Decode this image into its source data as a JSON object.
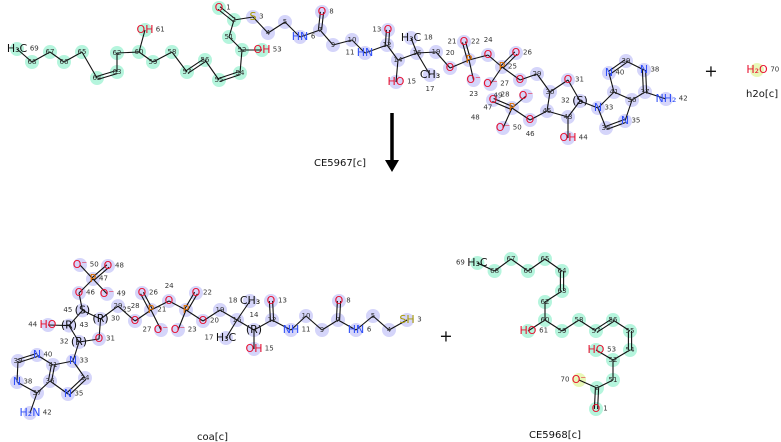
{
  "reaction": {
    "enzyme_label": "CE5967[c]",
    "plus_reactants": "+",
    "plus_products": "+"
  },
  "highlight_colors": {
    "green": "#b5f5dd",
    "blue": "#d5d5fa",
    "yellow": "#e8f8b8"
  },
  "molecules": [
    {
      "name": "CE5967[c]",
      "atoms": [
        {
          "n": "69",
          "s": "H₃C",
          "hl": "green"
        },
        {
          "n": "68",
          "s": "",
          "hl": "green"
        },
        {
          "n": "67",
          "s": "",
          "hl": "green"
        },
        {
          "n": "66",
          "s": "",
          "hl": "green"
        },
        {
          "n": "65",
          "s": "",
          "hl": "green"
        },
        {
          "n": "64",
          "s": "",
          "hl": "green"
        },
        {
          "n": "63",
          "s": "",
          "hl": "green"
        },
        {
          "n": "62",
          "s": "",
          "hl": "green"
        },
        {
          "n": "60",
          "s": "",
          "hl": "green"
        },
        {
          "n": "61",
          "s": "OH",
          "hl": "green"
        },
        {
          "n": "59",
          "s": "",
          "hl": "green"
        },
        {
          "n": "58",
          "s": "",
          "hl": "green"
        },
        {
          "n": "57",
          "s": "",
          "hl": "green"
        },
        {
          "n": "56",
          "s": "",
          "hl": "green"
        },
        {
          "n": "55",
          "s": "",
          "hl": "green"
        },
        {
          "n": "54",
          "s": "",
          "hl": "green"
        },
        {
          "n": "52",
          "s": "",
          "hl": "green"
        },
        {
          "n": "53",
          "s": "OH",
          "hl": "green"
        },
        {
          "n": "51",
          "s": "",
          "hl": "green"
        },
        {
          "n": "2",
          "s": "",
          "hl": "green"
        },
        {
          "n": "1",
          "s": "O",
          "hl": "green"
        },
        {
          "n": "3",
          "s": "S",
          "hl": "blue"
        },
        {
          "n": "4",
          "s": "",
          "hl": "blue"
        },
        {
          "n": "5",
          "s": "",
          "hl": "blue"
        },
        {
          "n": "6",
          "s": "HN",
          "hl": "blue"
        },
        {
          "n": "7",
          "s": "",
          "hl": "blue"
        },
        {
          "n": "8",
          "s": "O",
          "hl": "blue"
        },
        {
          "n": "9",
          "s": "",
          "hl": "blue"
        },
        {
          "n": "10",
          "s": "",
          "hl": "blue"
        },
        {
          "n": "11",
          "s": "HN",
          "hl": "blue"
        },
        {
          "n": "12",
          "s": "",
          "hl": "blue"
        },
        {
          "n": "13",
          "s": "O",
          "hl": "blue"
        },
        {
          "n": "14",
          "s": "",
          "hl": "blue"
        },
        {
          "n": "15",
          "s": "HO",
          "hl": "blue"
        },
        {
          "n": "16",
          "s": "",
          "hl": "blue"
        },
        {
          "n": "18",
          "s": "H₃C",
          "hl": "blue"
        },
        {
          "n": "17",
          "s": "CH₃",
          "hl": "blue"
        },
        {
          "n": "19",
          "s": "",
          "hl": "blue"
        },
        {
          "n": "20",
          "s": "O",
          "hl": "blue"
        },
        {
          "n": "21",
          "s": "P",
          "hl": "blue"
        },
        {
          "n": "22",
          "s": "O",
          "hl": "blue"
        },
        {
          "n": "23",
          "s": "O⁻",
          "hl": "blue"
        },
        {
          "n": "24",
          "s": "O",
          "hl": "blue"
        },
        {
          "n": "25",
          "s": "P",
          "hl": "blue"
        },
        {
          "n": "26",
          "s": "O",
          "hl": "blue"
        },
        {
          "n": "27",
          "s": "O⁻",
          "hl": "blue"
        },
        {
          "n": "28",
          "s": "O",
          "hl": "blue"
        },
        {
          "n": "29",
          "s": "",
          "hl": "blue"
        },
        {
          "n": "30",
          "s": "",
          "hl": "blue"
        },
        {
          "n": "31",
          "s": "O",
          "hl": "blue"
        },
        {
          "n": "32",
          "s": "(S)",
          "hl": "blue"
        },
        {
          "n": "33",
          "s": "N",
          "hl": "blue"
        },
        {
          "n": "34",
          "s": "",
          "hl": "blue"
        },
        {
          "n": "35",
          "s": "N",
          "hl": "blue"
        },
        {
          "n": "36",
          "s": "",
          "hl": "blue"
        },
        {
          "n": "37",
          "s": "",
          "hl": "blue"
        },
        {
          "n": "38",
          "s": "N",
          "hl": "blue"
        },
        {
          "n": "39",
          "s": "",
          "hl": "blue"
        },
        {
          "n": "40",
          "s": "N",
          "hl": "blue"
        },
        {
          "n": "41",
          "s": "",
          "hl": "blue"
        },
        {
          "n": "42",
          "s": "NH₂",
          "hl": "blue"
        },
        {
          "n": "43",
          "s": "",
          "hl": "blue"
        },
        {
          "n": "44",
          "s": "OH",
          "hl": "blue"
        },
        {
          "n": "45",
          "s": "",
          "hl": "blue"
        },
        {
          "n": "46",
          "s": "O",
          "hl": "blue"
        },
        {
          "n": "47",
          "s": "P",
          "hl": "blue"
        },
        {
          "n": "48",
          "s": "O",
          "hl": "blue"
        },
        {
          "n": "49",
          "s": "O⁻",
          "hl": "blue"
        },
        {
          "n": "50",
          "s": "O⁻",
          "hl": "blue"
        }
      ]
    },
    {
      "name": "h2o[c]",
      "atoms": [
        {
          "n": "70",
          "s": "H₂O",
          "hl": "yellow"
        }
      ]
    },
    {
      "name": "coa[c]",
      "atoms": [
        {
          "n": "50",
          "s": "O⁻",
          "hl": "blue"
        },
        {
          "n": "48",
          "s": "O",
          "hl": "blue"
        },
        {
          "n": "47",
          "s": "P",
          "hl": "blue"
        },
        {
          "n": "46",
          "s": "O",
          "hl": "blue"
        },
        {
          "n": "49",
          "s": "O⁻",
          "hl": "blue"
        },
        {
          "n": "45",
          "s": "(S)",
          "hl": "blue"
        },
        {
          "n": "29",
          "s": "",
          "hl": "blue"
        },
        {
          "n": "30",
          "s": "(R)",
          "hl": "blue"
        },
        {
          "n": "43",
          "s": "(R)",
          "hl": "blue"
        },
        {
          "n": "44",
          "s": "HO",
          "hl": "blue"
        },
        {
          "n": "31",
          "s": "O",
          "hl": "blue"
        },
        {
          "n": "32",
          "s": "(R)",
          "hl": "blue"
        },
        {
          "n": "33",
          "s": "N",
          "hl": "blue"
        },
        {
          "n": "34",
          "s": "",
          "hl": "blue"
        },
        {
          "n": "35",
          "s": "N",
          "hl": "blue"
        },
        {
          "n": "36",
          "s": "",
          "hl": "blue"
        },
        {
          "n": "37",
          "s": "",
          "hl": "blue"
        },
        {
          "n": "38",
          "s": "N",
          "hl": "blue"
        },
        {
          "n": "39",
          "s": "",
          "hl": "blue"
        },
        {
          "n": "40",
          "s": "N",
          "hl": "blue"
        },
        {
          "n": "41",
          "s": "",
          "hl": "blue"
        },
        {
          "n": "42",
          "s": "H₂N",
          "hl": "blue"
        },
        {
          "n": "28",
          "s": "O",
          "hl": "blue"
        },
        {
          "n": "25",
          "s": "P",
          "hl": "blue"
        },
        {
          "n": "26",
          "s": "O",
          "hl": "blue"
        },
        {
          "n": "27",
          "s": "O⁻",
          "hl": "blue"
        },
        {
          "n": "24",
          "s": "O",
          "hl": "blue"
        },
        {
          "n": "23",
          "s": "O⁻",
          "hl": "blue"
        },
        {
          "n": "21",
          "s": "P",
          "hl": "blue"
        },
        {
          "n": "22",
          "s": "O",
          "hl": "blue"
        },
        {
          "n": "20",
          "s": "O",
          "hl": "blue"
        },
        {
          "n": "19",
          "s": "",
          "hl": "blue"
        },
        {
          "n": "16",
          "s": "",
          "hl": "blue"
        },
        {
          "n": "18",
          "s": "CH₃",
          "hl": "blue"
        },
        {
          "n": "17",
          "s": "H₃C",
          "hl": "blue"
        },
        {
          "n": "14",
          "s": "(R)",
          "hl": "blue"
        },
        {
          "n": "15",
          "s": "OH",
          "hl": "blue"
        },
        {
          "n": "12",
          "s": "",
          "hl": "blue"
        },
        {
          "n": "13",
          "s": "O",
          "hl": "blue"
        },
        {
          "n": "11",
          "s": "NH",
          "hl": "blue"
        },
        {
          "n": "10",
          "s": "",
          "hl": "blue"
        },
        {
          "n": "9",
          "s": "",
          "hl": "blue"
        },
        {
          "n": "7",
          "s": "",
          "hl": "blue"
        },
        {
          "n": "8",
          "s": "O",
          "hl": "blue"
        },
        {
          "n": "6",
          "s": "HN",
          "hl": "blue"
        },
        {
          "n": "5",
          "s": "",
          "hl": "blue"
        },
        {
          "n": "4",
          "s": "",
          "hl": "blue"
        },
        {
          "n": "3",
          "s": "SH",
          "hl": "blue"
        }
      ]
    },
    {
      "name": "CE5968[c]",
      "atoms": [
        {
          "n": "69",
          "s": "H₃C",
          "hl": "green"
        },
        {
          "n": "68",
          "s": "",
          "hl": "green"
        },
        {
          "n": "67",
          "s": "",
          "hl": "green"
        },
        {
          "n": "66",
          "s": "",
          "hl": "green"
        },
        {
          "n": "65",
          "s": "",
          "hl": "green"
        },
        {
          "n": "64",
          "s": "",
          "hl": "green"
        },
        {
          "n": "63",
          "s": "",
          "hl": "green"
        },
        {
          "n": "62",
          "s": "",
          "hl": "green"
        },
        {
          "n": "60",
          "s": "",
          "hl": "green"
        },
        {
          "n": "61",
          "s": "HO",
          "hl": "green"
        },
        {
          "n": "59",
          "s": "",
          "hl": "green"
        },
        {
          "n": "58",
          "s": "",
          "hl": "green"
        },
        {
          "n": "57",
          "s": "",
          "hl": "green"
        },
        {
          "n": "56",
          "s": "",
          "hl": "green"
        },
        {
          "n": "55",
          "s": "",
          "hl": "green"
        },
        {
          "n": "54",
          "s": "",
          "hl": "green"
        },
        {
          "n": "52",
          "s": "",
          "hl": "green"
        },
        {
          "n": "53",
          "s": "HO",
          "hl": "green"
        },
        {
          "n": "51",
          "s": "",
          "hl": "green"
        },
        {
          "n": "2",
          "s": "",
          "hl": "green"
        },
        {
          "n": "70",
          "s": "O⁻",
          "hl": "yellow"
        },
        {
          "n": "1",
          "s": "O",
          "hl": "green"
        }
      ]
    }
  ]
}
